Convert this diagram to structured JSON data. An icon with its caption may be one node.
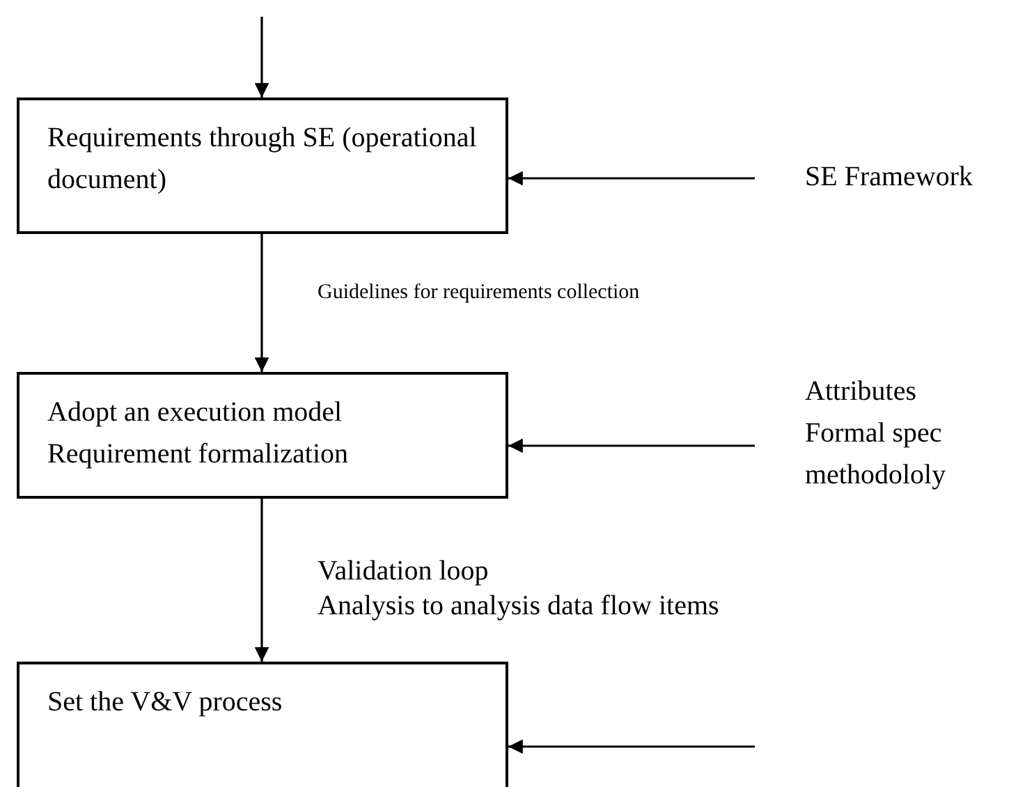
{
  "diagram": {
    "nodes": [
      {
        "text": [
          "Requirements through SE (operational document)"
        ]
      },
      {
        "text": [
          "Adopt an execution model",
          "Requirement formalization"
        ]
      },
      {
        "text": [
          "Set the V&V process"
        ]
      },
      {
        "text": [
          "SE Framework"
        ]
      },
      {
        "text": [
          "Attributes",
          "Formal spec methodololy"
        ]
      }
    ],
    "edges": [
      {
        "from": null,
        "to": 0,
        "arrow": "to"
      },
      {
        "from": 0,
        "to": 1,
        "arrow": "to",
        "label": "Guidelines for requirements collection"
      },
      {
        "from": 1,
        "to": 2,
        "arrow": "to",
        "label": "Validation loop"
      },
      {
        "from": 3,
        "to": 0,
        "arrow": "to"
      },
      {
        "from": 4,
        "to": 1,
        "arrow": "to"
      },
      {
        "from": null,
        "to": 2,
        "arrow": "to"
      }
    ],
    "labels": [
      "Analysis to analysis data flow items"
    ]
  }
}
